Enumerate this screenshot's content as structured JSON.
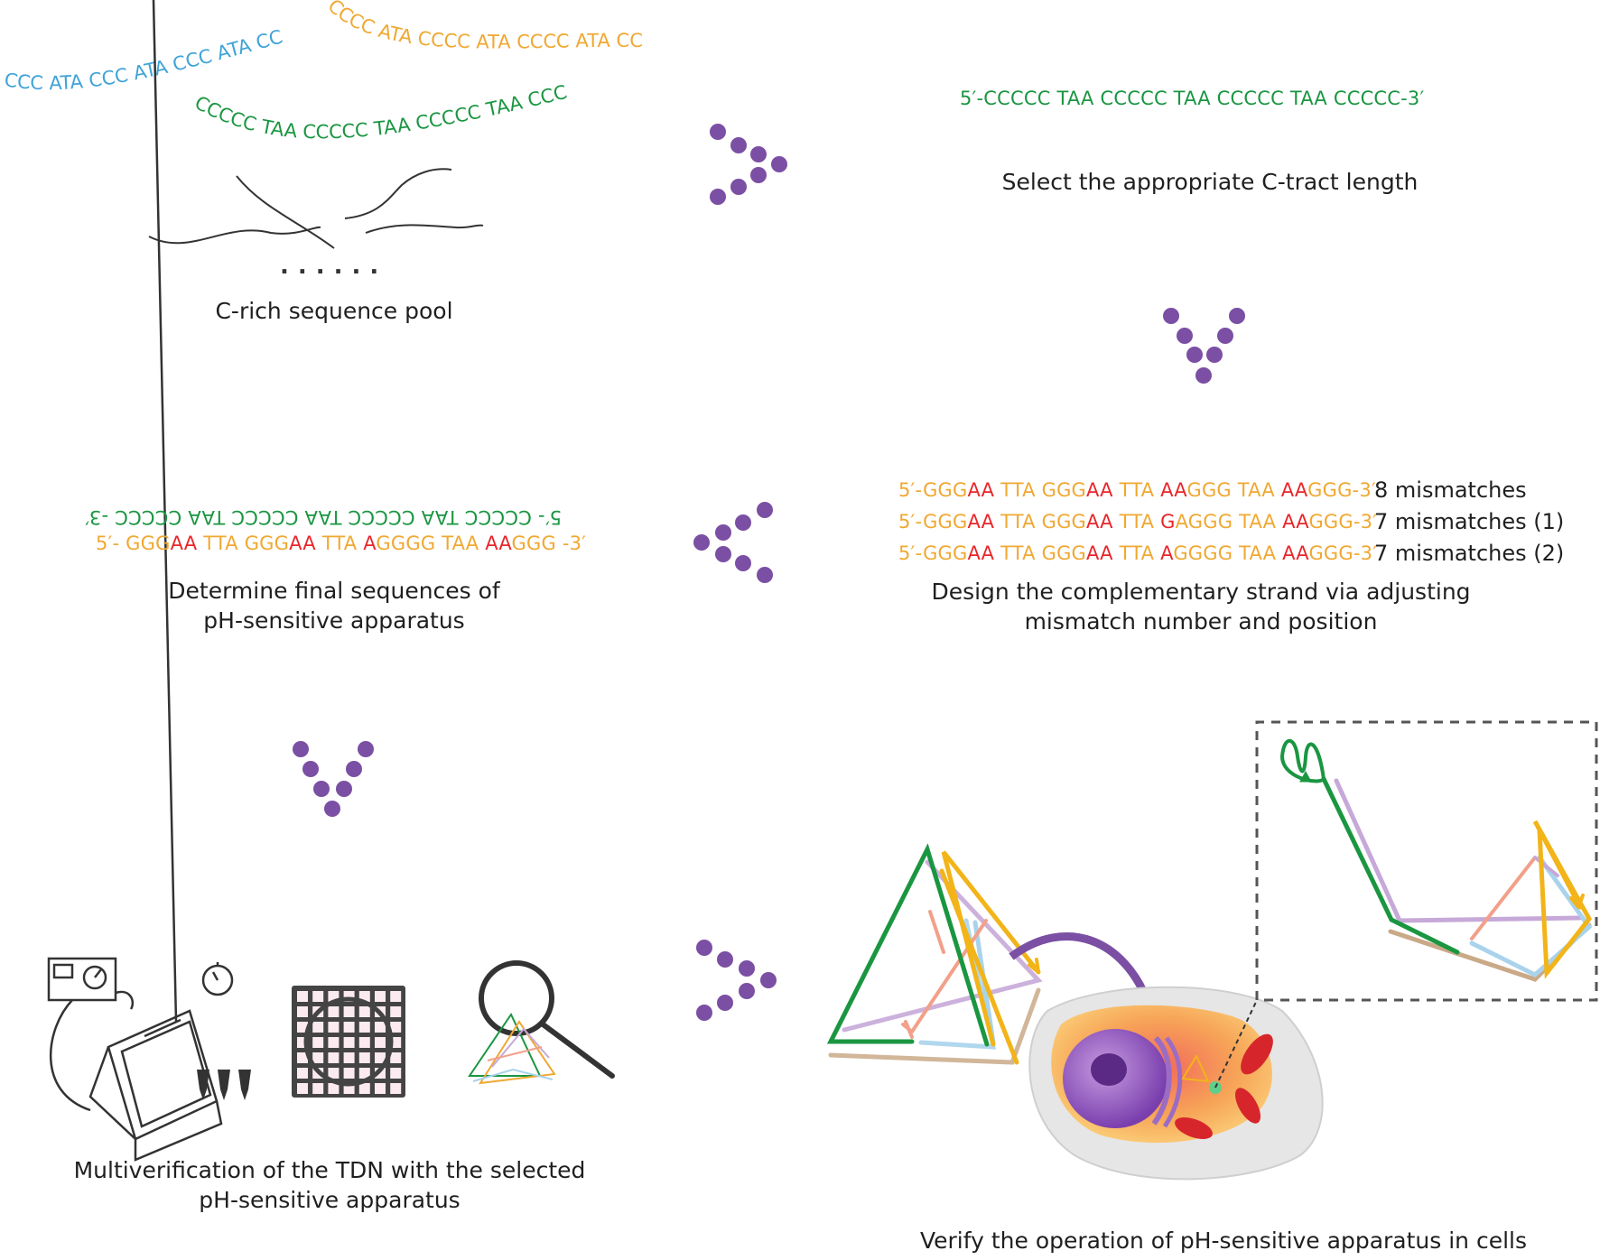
{
  "pool": {
    "blue_seq": "CCC ATA CCC ATA CCC ATA CCC",
    "orange_seq": "CCCC ATA CCCC ATA CCCC ATA CCCC",
    "green_seq": "CCCCC TAA CCCCC TAA CCCCC TAA CCCCC",
    "ellipsis": "......",
    "caption": "C-rich sequence pool"
  },
  "select": {
    "sequence": "5′-CCCCC TAA CCCCC TAA CCCCC TAA CCCCC-3′",
    "caption": "Select the appropriate C-tract length"
  },
  "design": {
    "rows": [
      {
        "segments": [
          [
            "5′-GGG",
            "orange"
          ],
          [
            "AA",
            "red"
          ],
          [
            " TTA GGG",
            "orange"
          ],
          [
            "AA",
            "red"
          ],
          [
            " TTA ",
            "orange"
          ],
          [
            "AA",
            "red"
          ],
          [
            "GGG TAA ",
            "orange"
          ],
          [
            "AA",
            "red"
          ],
          [
            "GGG-3′",
            "orange"
          ]
        ],
        "label": "8 mismatches"
      },
      {
        "segments": [
          [
            "5′-GGG",
            "orange"
          ],
          [
            "AA",
            "red"
          ],
          [
            " TTA GGG",
            "orange"
          ],
          [
            "AA",
            "red"
          ],
          [
            " TTA ",
            "orange"
          ],
          [
            "G",
            "red"
          ],
          [
            "AGGG TAA ",
            "orange"
          ],
          [
            "AA",
            "red"
          ],
          [
            "GGG-3′",
            "orange"
          ]
        ],
        "label": "7 mismatches (1)"
      },
      {
        "segments": [
          [
            "5′-GGG",
            "orange"
          ],
          [
            "AA",
            "red"
          ],
          [
            " TTA GGG",
            "orange"
          ],
          [
            "AA",
            "red"
          ],
          [
            " TTA ",
            "orange"
          ],
          [
            "A",
            "red"
          ],
          [
            "GGGG TAA ",
            "orange"
          ],
          [
            "AA",
            "red"
          ],
          [
            "GGG-3′",
            "orange"
          ]
        ],
        "label": "7 mismatches (2)"
      }
    ],
    "caption_line1": "Design the complementary strand via adjusting",
    "caption_line2": "mismatch number and position"
  },
  "final": {
    "mirrored_seq": "5′- CCCCC  TAA  CCCCC  TAA  CCCCC  TAA  CCCCC -3′",
    "orange_segments": [
      [
        "5′- GGG",
        "orange"
      ],
      [
        "AA",
        "red"
      ],
      [
        " TTA GGG",
        "orange"
      ],
      [
        "AA",
        "red"
      ],
      [
        " TTA ",
        "orange"
      ],
      [
        "A",
        "red"
      ],
      [
        "GGGG TAA ",
        "orange"
      ],
      [
        "AA",
        "red"
      ],
      [
        "GGG -3′",
        "orange"
      ]
    ],
    "caption_line1": "Determine final sequences of",
    "caption_line2": "pH-sensitive apparatus"
  },
  "multiverify": {
    "caption_line1": "Multiverification of the TDN with the selected",
    "caption_line2": "pH-sensitive apparatus"
  },
  "cells": {
    "caption": "Verify the operation of pH-sensitive apparatus in cells"
  },
  "colors": {
    "purple": "#7b4fa3",
    "green": "#1a9641",
    "orange": "#f0a832",
    "red": "#e8262a",
    "blue": "#3fa3d8",
    "yellow": "#f2b418",
    "lilac": "#c6a9d8",
    "tan": "#c9a987",
    "lightblue": "#a9d3ec",
    "salmon": "#f2a08a"
  }
}
